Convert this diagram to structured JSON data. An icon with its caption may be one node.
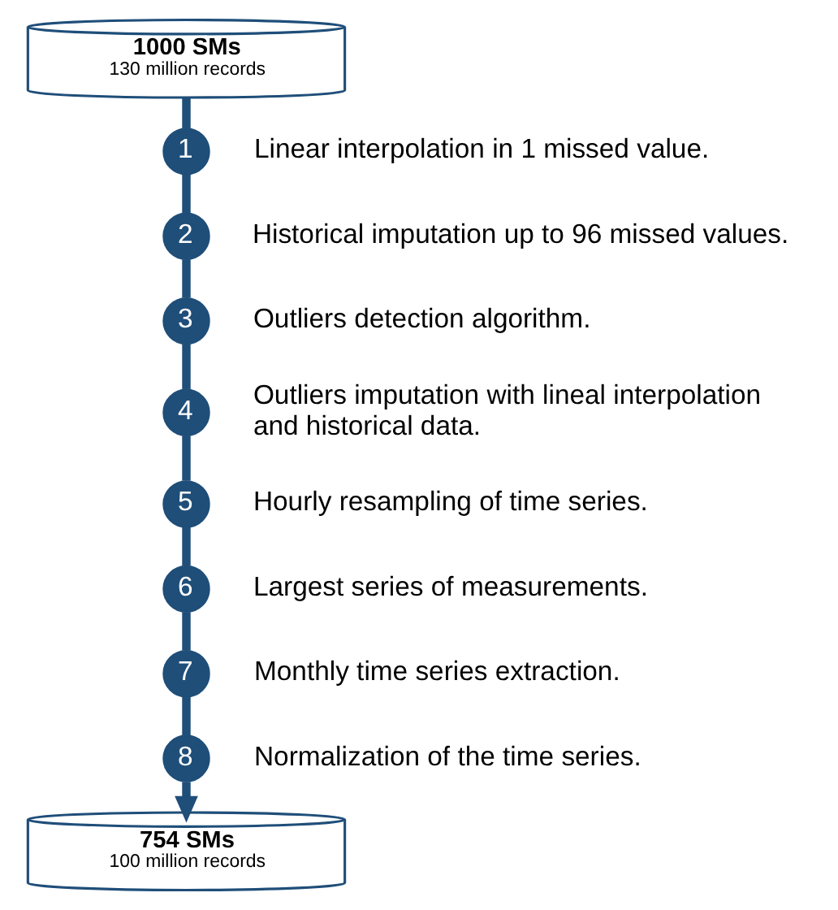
{
  "diagram": {
    "nodes": [
      {
        "text": [
          "1000 SMs",
          "130 million records"
        ]
      },
      {
        "text": [
          "1"
        ],
        "beside": [
          "Linear interpolation in 1 missed value."
        ]
      },
      {
        "text": [
          "2"
        ],
        "beside": [
          "Historical imputation up to 96 missed values."
        ]
      },
      {
        "text": [
          "3"
        ],
        "beside": [
          "Outliers detection algorithm."
        ]
      },
      {
        "text": [
          "4"
        ],
        "beside": [
          "Outliers imputation with lineal interpolation and historical data."
        ]
      },
      {
        "text": [
          "5"
        ],
        "beside": [
          "Hourly resampling of time series."
        ]
      },
      {
        "text": [
          "6"
        ],
        "beside": [
          "Largest series of measurements."
        ]
      },
      {
        "text": [
          "7"
        ],
        "beside": [
          "Monthly time series extraction."
        ]
      },
      {
        "text": [
          "8"
        ],
        "beside": [
          "Normalization of the time series."
        ]
      },
      {
        "text": [
          "754 SMs",
          "100 million records"
        ]
      }
    ],
    "edges": [
      {
        "from": 0,
        "to": 1,
        "arrow": "none"
      },
      {
        "from": 1,
        "to": 2,
        "arrow": "none"
      },
      {
        "from": 2,
        "to": 3,
        "arrow": "none"
      },
      {
        "from": 3,
        "to": 4,
        "arrow": "none"
      },
      {
        "from": 4,
        "to": 5,
        "arrow": "none"
      },
      {
        "from": 5,
        "to": 6,
        "arrow": "none"
      },
      {
        "from": 6,
        "to": 7,
        "arrow": "none"
      },
      {
        "from": 7,
        "to": 8,
        "arrow": "none"
      },
      {
        "from": 8,
        "to": 9,
        "arrow": "to"
      }
    ]
  }
}
